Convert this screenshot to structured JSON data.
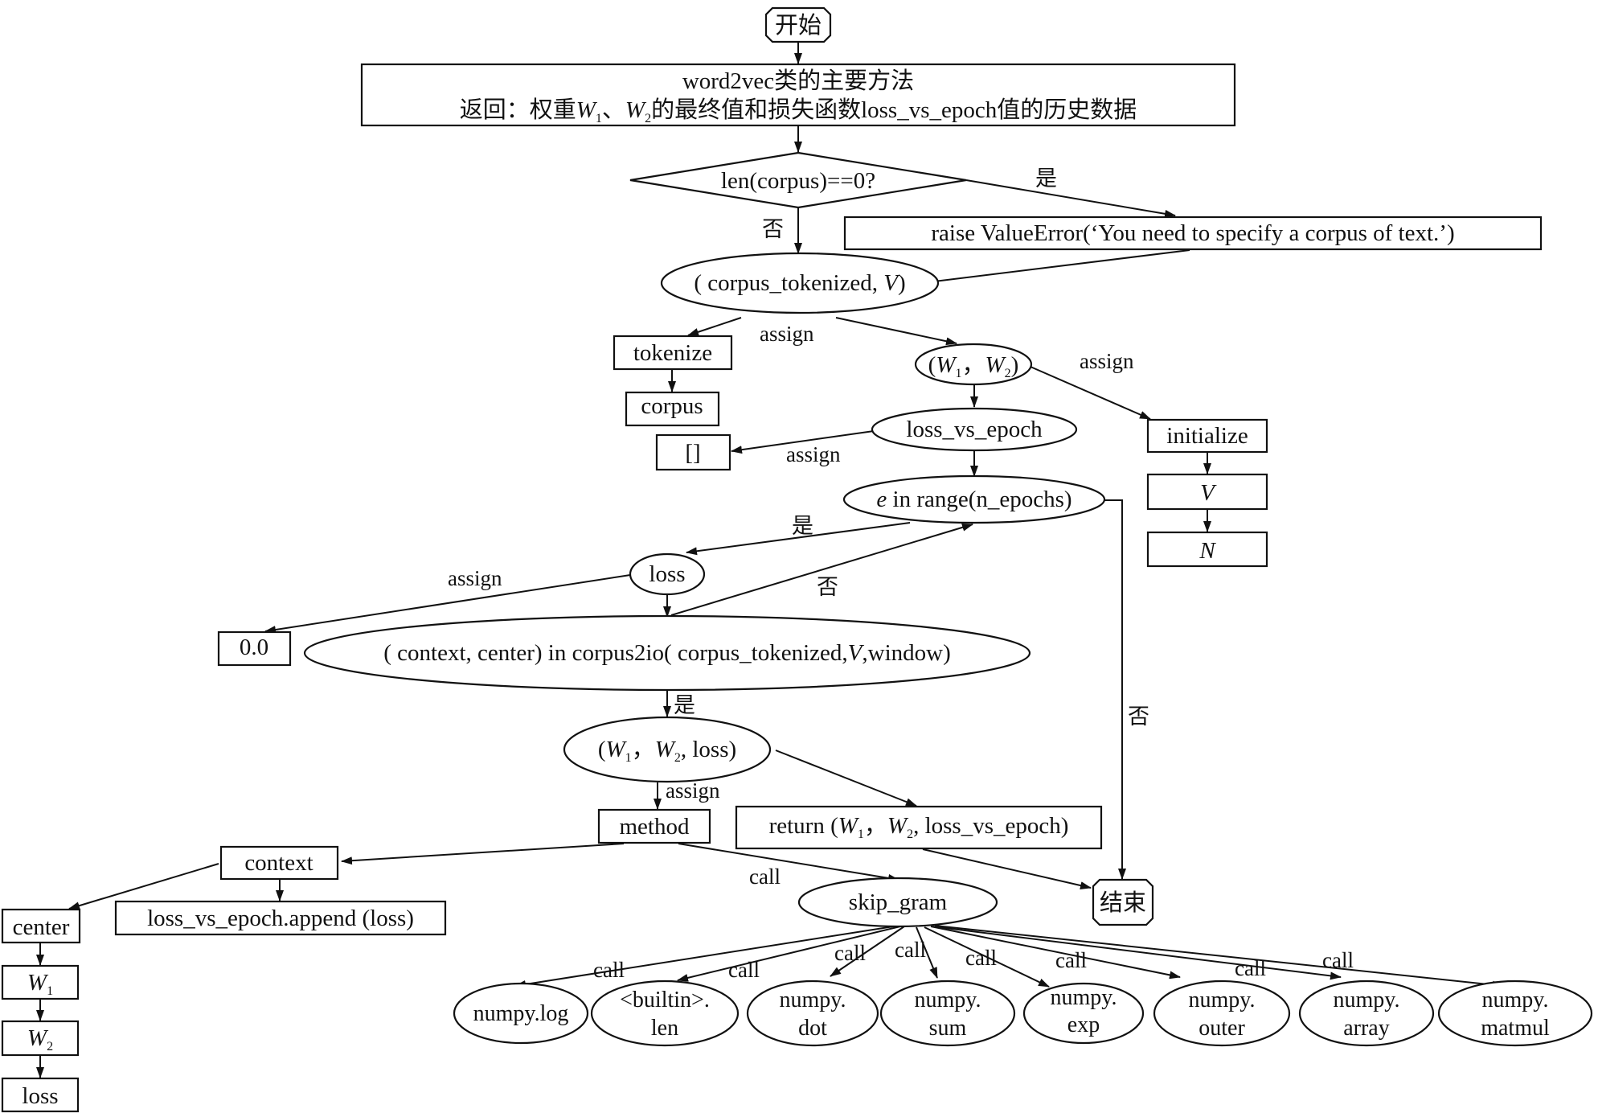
{
  "nodes": {
    "start": "开始",
    "header_line1": "word2vec类的主要方法",
    "header_line2_a": "返回：权重",
    "header_line2_b": "、",
    "header_line2_c": "的最终值和损失函数loss_vs_epoch值的历史数据",
    "W": "W",
    "sub1": "1",
    "sub2": "2",
    "cond_len": "len(corpus)==0?",
    "raise": "raise ValueError(‘You need to specify a corpus of text.’)",
    "corpus_tok_a": "( corpus_tokenized, ",
    "V": "V",
    "corpus_tok_b": ")",
    "tokenize": "tokenize",
    "corpus": "corpus",
    "w12_open": "(",
    "w12_sep": "，",
    "w12_close": ")",
    "initialize": "initialize",
    "N": "N",
    "loss_vs_epoch": "loss_vs_epoch",
    "empty_list": "[]",
    "range_e": "e",
    "range_rest": " in range(n_epochs)",
    "loss": "loss",
    "zero": "0.0",
    "ctx_loop_a": "( context, center) in corpus2io( corpus_tokenized,",
    "ctx_loop_b": ",window)",
    "wl_open": "(",
    "wl_sep": "，",
    "wl_rest": ", loss)",
    "method": "method",
    "ret_a": "return (",
    "ret_sep": "，",
    "ret_rest": ", loss_vs_epoch)",
    "context": "context",
    "append": "loss_vs_epoch.append (loss)",
    "center": "center",
    "loss_box": "loss",
    "skip_gram": "skip_gram",
    "end": "结束",
    "np_log": "numpy.log",
    "np_len_1": "<builtin>.",
    "np_len_2": "len",
    "np_dot_1": "numpy.",
    "np_dot_2": "dot",
    "np_sum_1": "numpy.",
    "np_sum_2": "sum",
    "np_exp_1": "numpy.",
    "np_exp_2": "exp",
    "np_outer_1": "numpy.",
    "np_outer_2": "outer",
    "np_array_1": "numpy.",
    "np_array_2": "array",
    "np_matmul_1": "numpy.",
    "np_matmul_2": "matmul"
  },
  "edge_labels": {
    "yes": "是",
    "no": "否",
    "assign": "assign",
    "call": "call"
  }
}
